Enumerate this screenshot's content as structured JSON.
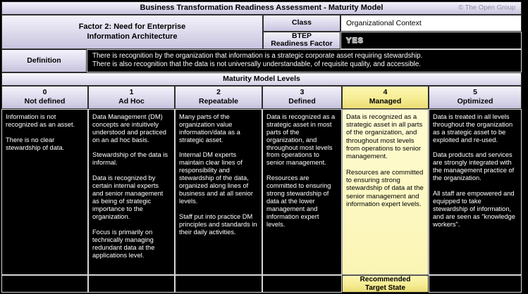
{
  "header": {
    "title": "Business Transformation Readiness Assessment - Maturity Model",
    "copyright": "© The Open Group"
  },
  "factor": {
    "title": "Factor 2: Need for Enterprise\nInformation Architecture",
    "class_label": "Class",
    "class_value": "Organizational Context",
    "btep_label": "BTEP\nReadiness Factor",
    "btep_value": "YES"
  },
  "definition": {
    "label": "Definition",
    "text": "There is recognition by the organization that information is a strategic corporate asset requiring stewardship.\nThere is also recognition that the data is not universally understandable, of requisite quality, and accessible."
  },
  "maturity": {
    "section_title": "Maturity Model Levels",
    "levels": [
      {
        "number": "0",
        "name": "Not defined",
        "description": "Information is not recognized as an asset.\n\nThere is no clear stewardship of data.",
        "highlighted": false,
        "footer": ""
      },
      {
        "number": "1",
        "name": "Ad Hoc",
        "description": "Data Management (DM) concepts are intuitively understood and practiced on an ad hoc basis.\n\nStewardship of the data is informal.\n\nData is recognized by certain internal experts and senior management as being of strategic importance to the organization.\n\nFocus is primarily on technically managing redundant data at the applications level.",
        "highlighted": false,
        "footer": ""
      },
      {
        "number": "2",
        "name": "Repeatable",
        "description": "Many parts of the organization value information/data as a strategic asset.\n\nInternal DM experts maintain clear lines of responsibility and stewardship of the data, organized along lines of business and at all senior levels.\n\nStaff put into practice DM principles and standards in their daily activities.",
        "highlighted": false,
        "footer": ""
      },
      {
        "number": "3",
        "name": "Defined",
        "description": "Data is recognized as a strategic asset in most parts of the organization, and throughout most levels from operations to senior management.\n\nResources are committed to ensuring strong stewardship of data at the lower management and information expert levels.",
        "highlighted": false,
        "footer": ""
      },
      {
        "number": "4",
        "name": "Managed",
        "description": "Data is recognized as a strategic asset in all parts of the organization, and throughout most levels from operations to senior management.\n\nResources are committed to ensuring strong stewardship of data at the senior management and information expert levels.",
        "highlighted": true,
        "footer": "Recommended\nTarget State"
      },
      {
        "number": "5",
        "name": "Optimized",
        "description": "Data is treated in all levels throughout the organization as a strategic asset to be exploited and re-used.\n\nData products and services are strongly integrated with the management practice of the organization.\n\nAll staff are empowered and equipped to take stewardship of information, and are seen as \"knowledge workers\".",
        "highlighted": false,
        "footer": ""
      }
    ]
  },
  "colors": {
    "lavender_top": "#f4f2fb",
    "lavender_bottom": "#c7c3de",
    "highlight_yellow_top": "#fcf7b2",
    "highlight_yellow_bottom": "#eadc74",
    "highlight_content": "#fdf9c4",
    "dark_cell": "#000000",
    "copyright_gray": "#8d8a9e"
  }
}
